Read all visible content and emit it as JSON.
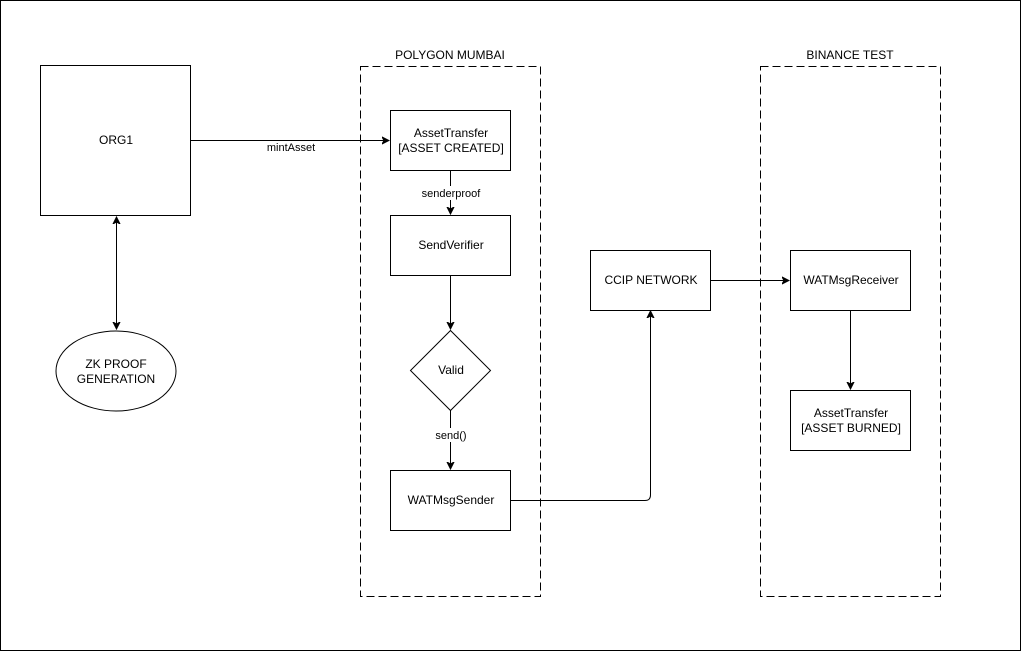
{
  "groups": {
    "polygon": "POLYGON MUMBAI",
    "binance": "BINANCE TEST"
  },
  "nodes": {
    "org1": "ORG1",
    "zk_line1": "ZK PROOF",
    "zk_line2": "GENERATION",
    "asset_transfer_created_line1": "AssetTransfer",
    "asset_transfer_created_line2": "[ASSET CREATED]",
    "send_verifier": "SendVerifier",
    "valid": "Valid",
    "watm_sender": "WATMsgSender",
    "ccip_network": "CCIP NETWORK",
    "watm_receiver": "WATMsgReceiver",
    "asset_transfer_burned_line1": "AssetTransfer",
    "asset_transfer_burned_line2": "[ASSET BURNED]"
  },
  "edges": {
    "mint_asset": "mintAsset",
    "sender_proof": "senderproof",
    "send_call": "send()"
  }
}
